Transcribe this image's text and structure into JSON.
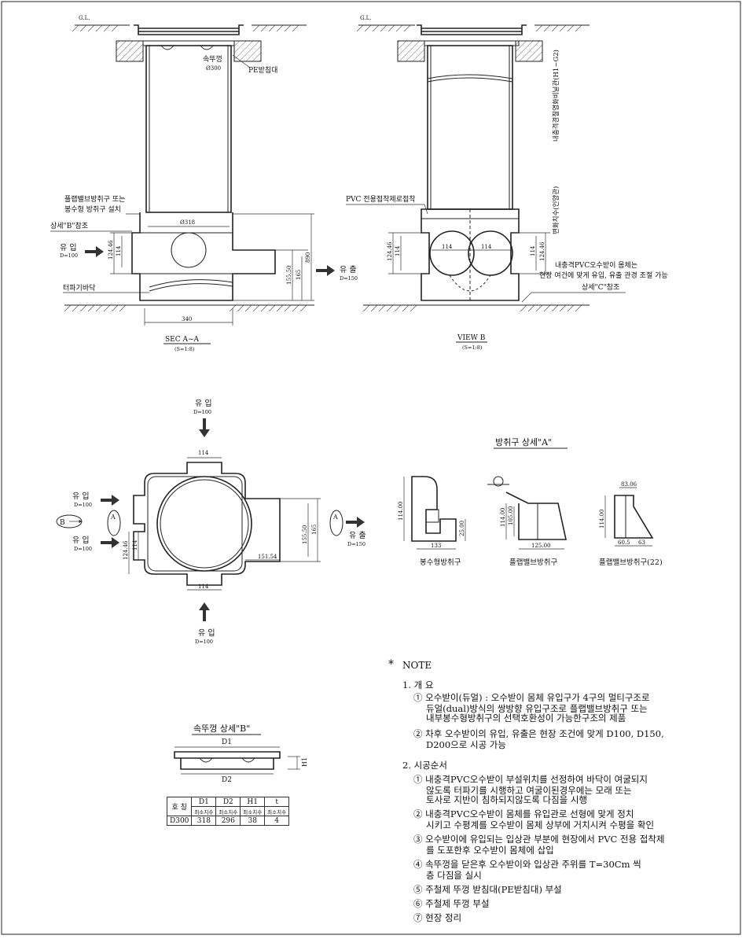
{
  "sec_a": {
    "gl": "G.L.",
    "lid": "속뚜껑",
    "lid_dia": "Ø300",
    "pe_support": "PE받침대",
    "flap_note_1": "플랩밸브방취구 또는",
    "flap_note_2": "봉수형 방취구 설치",
    "detail_b_ref": "상세\"B\"참조",
    "inlet": "유 입",
    "inlet_d": "D=100",
    "outlet": "유 출",
    "outlet_d": "D=150",
    "excavation": "터파기바닥",
    "dim_318": "Ø318",
    "dim_12446": "124.46",
    "dim_114": "114",
    "dim_15550": "155.50",
    "dim_165": "165",
    "dim_890": "890",
    "dim_340": "340",
    "title": "SEC A~A",
    "scale": "(S=1:8)"
  },
  "view_b": {
    "gl": "G.L.",
    "pipe_note": "내충격경질염화비닐관(H1~G2)",
    "adjust_note": "변화치수(인양관)",
    "pvc_glue": "PVC 전용접착제로접착",
    "dim_12446_l": "124.46",
    "dim_114_l": "114",
    "dim_114_a": "114",
    "dim_114_b": "114",
    "dim_114_r": "114",
    "dim_12446_r": "124.46",
    "body_note_1": "내충격PVC오수받이 몸체는",
    "body_note_2": "현장 여건에 맞게 유입, 유출 관경 조절 가능",
    "detail_c_ref": "상세\"C\"참조",
    "title": "VIEW B",
    "scale": "(S=1:8)"
  },
  "plan": {
    "inlet_top": "유 입",
    "inlet_top_d": "D=100",
    "inlet_left1": "유 입",
    "inlet_left1_d": "D=100",
    "inlet_left2": "유 입",
    "inlet_left2_d": "D=100",
    "inlet_bottom": "유 입",
    "inlet_bottom_d": "D=100",
    "outlet": "유 출",
    "outlet_d": "D=150",
    "marker_b": "B",
    "marker_a_left": "A",
    "marker_a_right": "A",
    "dim_114_top": "114",
    "dim_114_bot": "114",
    "dim_12446": "124.46",
    "dim_114_left": "114",
    "dim_15550": "155.50",
    "dim_165": "165",
    "dim_15154": "151.54"
  },
  "detail_a": {
    "title": "방취구 상세\"A\"",
    "trap1_label": "봉수형방취구",
    "trap1_h": "114.00",
    "trap1_r": "25.00",
    "trap1_w": "133",
    "trap2_label": "플랩밸브방취구",
    "trap2_h1": "114.00",
    "trap2_h2": "105.00",
    "trap2_w": "125.00",
    "trap3_label": "플랩밸브방취구(22)",
    "trap3_top": "83.06",
    "trap3_h": "114.00",
    "trap3_w1": "60.5",
    "trap3_w2": "63"
  },
  "detail_b": {
    "title": "속뚜껑 상세\"B\"",
    "d1": "D1",
    "d2": "D2",
    "h1": "H1",
    "table": {
      "header": [
        "호 칭",
        "D1",
        "D2",
        "H1",
        "t"
      ],
      "subheader": [
        "최소치수",
        "최소치수",
        "최소치수",
        "최소치수"
      ],
      "row": [
        "D300",
        "318",
        "296",
        "38",
        "4"
      ]
    }
  },
  "notes": {
    "star": "*",
    "heading": "NOTE",
    "s1_title": "1. 개  요",
    "s1_i1_l1": "① 오수받이(듀얼) : 오수받이 몸체 유입구가 4구의 멀티구조로",
    "s1_i1_l2": "듀얼(dual)방식의 쌍방향 유입구조로 플랩밸브방취구 또는",
    "s1_i1_l3": "내부봉수형방취구의 선택호환성이 가능한구조의 제품",
    "s1_i2_l1": "② 차후 오수받이의 유입, 유출은 현장 조건에 맞게 D100, D150,",
    "s1_i2_l2": "D200으로 시공 가능",
    "s2_title": "2. 시공순서",
    "s2_i1_l1": "① 내충격PVC오수받이 부설위치를 선정하여 바닥이 여굴되지",
    "s2_i1_l2": "않도록 터파기를 시행하고 여굴이된경우에는 모래 또는",
    "s2_i1_l3": "토사로 지반이 침하되지않도록 다짐을 시행",
    "s2_i2_l1": "② 내충격PVC오수받이 몸체를 유입관로 선형에 맞게 정치",
    "s2_i2_l2": "시키고 수평계를 오수받이 몸체 상부에 거치시켜 수평을 확인",
    "s2_i3_l1": "③ 오수받이에 유입되는 입상관 부분에 현장에서 PVC 전용 접착제",
    "s2_i3_l2": "를 도포한후 오수받이 몸체에 삽입",
    "s2_i4_l1": "④ 속뚜껑을 닫은후 오수받이와 입상관 주위를 T=30Cm 씩",
    "s2_i4_l2": "층 다짐을 실시",
    "s2_i5": "⑤ 주철제 뚜껑 받침대(PE받침대) 부설",
    "s2_i6": "⑥ 주철제 뚜껑 부설",
    "s2_i7": "⑦ 현장 정리"
  }
}
